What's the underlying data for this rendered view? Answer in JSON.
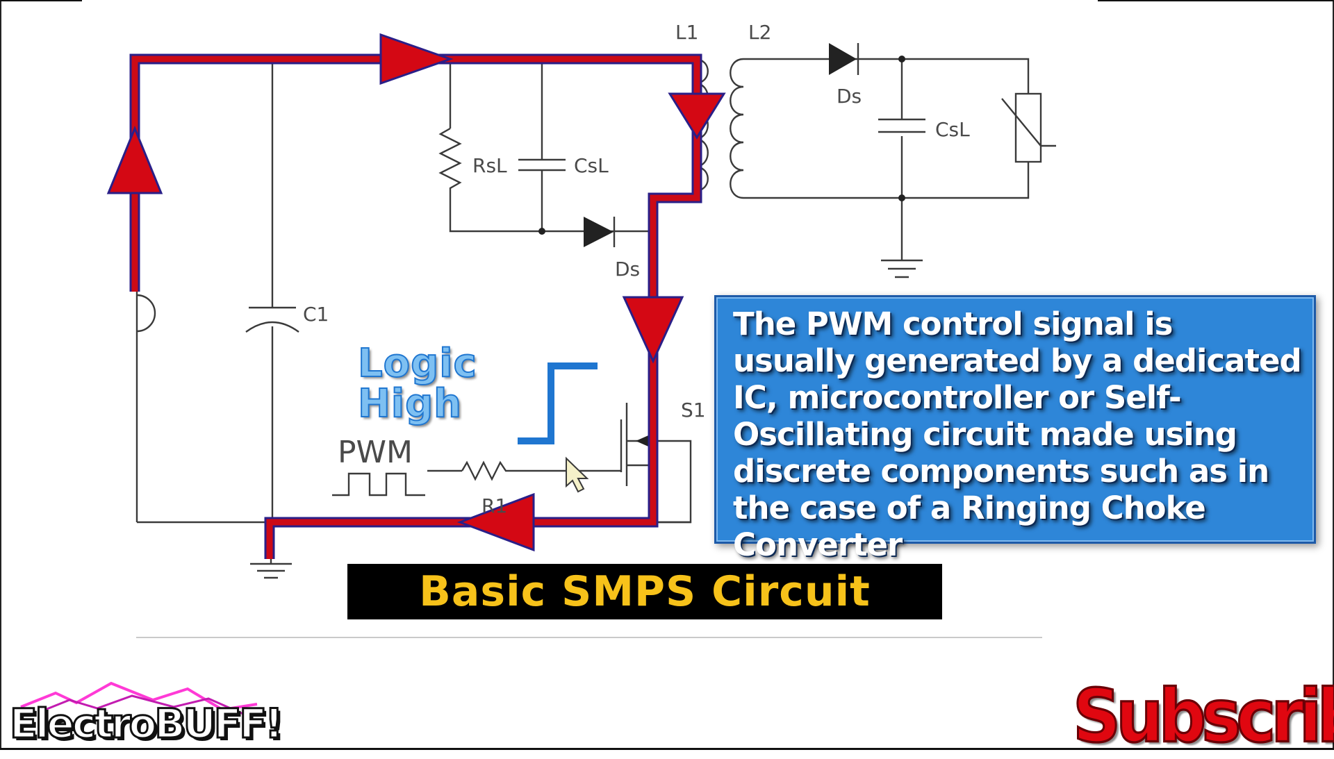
{
  "schematic": {
    "labels": {
      "l1": "L1",
      "l2": "L2",
      "ds_top": "Ds",
      "csl_right": "CsL",
      "rsl": "RsL",
      "csl_left": "CsL",
      "ds_snubber": "Ds",
      "c1": "C1",
      "s1": "S1",
      "pwm": "PWM",
      "r1": "R1"
    },
    "colors": {
      "current_path": "#cc0a16",
      "path_outline": "#2a1f88",
      "wire": "#3a3a3a",
      "logic_high_step": "#1f76d0"
    }
  },
  "logic_high": {
    "line1": "Logic",
    "line2": "High"
  },
  "info_box": {
    "text": "The PWM control signal is usually generated by a dedicated IC, microcontroller or Self-Oscillating circuit made using discrete components such as in the case of a Ringing Choke Converter",
    "background": "#2e86d8"
  },
  "caption": {
    "text": "Basic SMPS Circuit",
    "color": "#f7c21a"
  },
  "branding": {
    "logo": "ElectroBUFF!",
    "subscribe": "Subscribe",
    "subscribe_color": "#e00710"
  },
  "icons": {
    "cursor": "mouse-pointer-icon"
  }
}
